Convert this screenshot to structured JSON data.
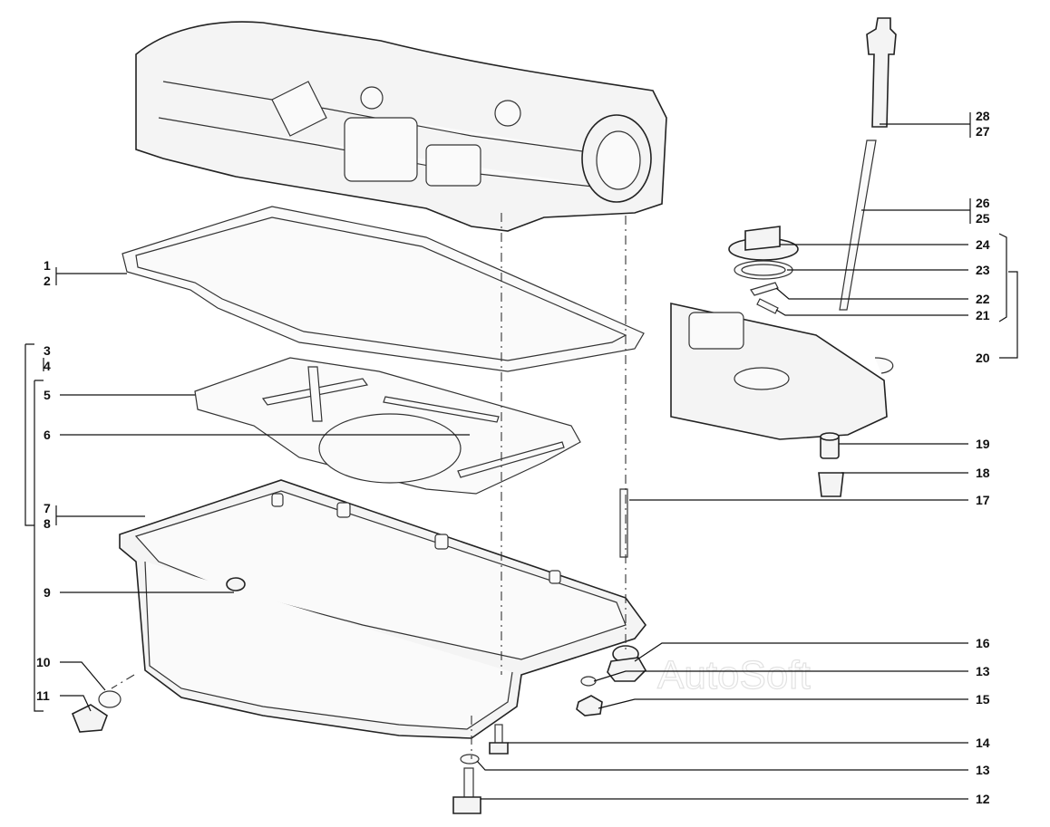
{
  "watermark": "AutoSoft",
  "callouts": {
    "c1": "1",
    "c2": "2",
    "c3": "3",
    "c4": "4",
    "c5": "5",
    "c6": "6",
    "c7": "7",
    "c8": "8",
    "c9": "9",
    "c10": "10",
    "c11": "11",
    "c12": "12",
    "c13a": "13",
    "c13b": "13",
    "c14": "14",
    "c15": "15",
    "c16": "16",
    "c17": "17",
    "c18": "18",
    "c19": "19",
    "c20": "20",
    "c21": "21",
    "c22": "22",
    "c23": "23",
    "c24": "24",
    "c25": "25",
    "c26": "26",
    "c27": "27",
    "c28": "28"
  },
  "colors": {
    "line": "#111111",
    "fill": "#f4f4f4",
    "watermark": "#e2e2e2"
  }
}
